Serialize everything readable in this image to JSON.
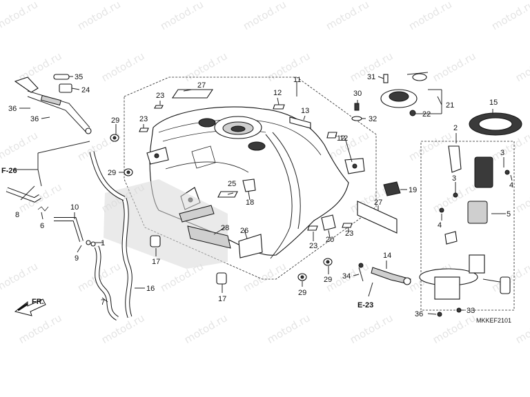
{
  "watermark": "motod.ru",
  "diagram_code": "MKKEF2101",
  "refs": {
    "f26": "F-26",
    "e23": "E-23",
    "fr": "FR."
  },
  "callouts": [
    {
      "id": "c1",
      "label": "1"
    },
    {
      "id": "c2",
      "label": "2"
    },
    {
      "id": "c3a",
      "label": "3"
    },
    {
      "id": "c3b",
      "label": "3"
    },
    {
      "id": "c4a",
      "label": "4"
    },
    {
      "id": "c4b",
      "label": "4"
    },
    {
      "id": "c5",
      "label": "5"
    },
    {
      "id": "c6",
      "label": "6"
    },
    {
      "id": "c7",
      "label": "7"
    },
    {
      "id": "c8",
      "label": "8"
    },
    {
      "id": "c9",
      "label": "9"
    },
    {
      "id": "c10",
      "label": "10"
    },
    {
      "id": "c11",
      "label": "11"
    },
    {
      "id": "c12a",
      "label": "12"
    },
    {
      "id": "c12b",
      "label": "12"
    },
    {
      "id": "c13",
      "label": "13"
    },
    {
      "id": "c14",
      "label": "14"
    },
    {
      "id": "c15",
      "label": "15"
    },
    {
      "id": "c16",
      "label": "16"
    },
    {
      "id": "c17a",
      "label": "17"
    },
    {
      "id": "c17b",
      "label": "17"
    },
    {
      "id": "c18",
      "label": "18"
    },
    {
      "id": "c19",
      "label": "19"
    },
    {
      "id": "c20",
      "label": "20"
    },
    {
      "id": "c21",
      "label": "21"
    },
    {
      "id": "c22",
      "label": "22"
    },
    {
      "id": "c23a",
      "label": "23"
    },
    {
      "id": "c23b",
      "label": "23"
    },
    {
      "id": "c23c",
      "label": "23"
    },
    {
      "id": "c23d",
      "label": "23"
    },
    {
      "id": "c24",
      "label": "24"
    },
    {
      "id": "c25",
      "label": "25"
    },
    {
      "id": "c26",
      "label": "26"
    },
    {
      "id": "c27a",
      "label": "27"
    },
    {
      "id": "c27b",
      "label": "27"
    },
    {
      "id": "c28",
      "label": "28"
    },
    {
      "id": "c29a",
      "label": "29"
    },
    {
      "id": "c29b",
      "label": "29"
    },
    {
      "id": "c29c",
      "label": "29"
    },
    {
      "id": "c29d",
      "label": "29"
    },
    {
      "id": "c29e",
      "label": "29"
    },
    {
      "id": "c30",
      "label": "30"
    },
    {
      "id": "c31",
      "label": "31"
    },
    {
      "id": "c32",
      "label": "32"
    },
    {
      "id": "c33",
      "label": "33"
    },
    {
      "id": "c34",
      "label": "34"
    },
    {
      "id": "c35",
      "label": "35"
    },
    {
      "id": "c36a",
      "label": "36"
    },
    {
      "id": "c36b",
      "label": "36"
    },
    {
      "id": "c36c",
      "label": "36"
    }
  ]
}
